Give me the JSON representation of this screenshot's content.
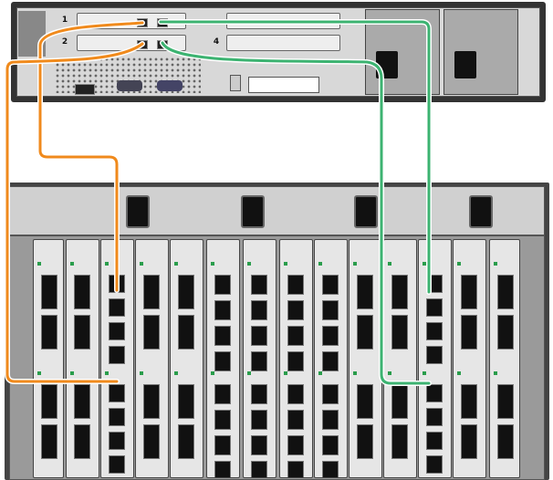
{
  "server": {
    "slot_labels": [
      "1",
      "2",
      "4"
    ]
  },
  "colors": {
    "orange_cable": "#f08a1c",
    "green_cable": "#3cb371",
    "chassis": "#333333"
  },
  "enclosure": {
    "module_count": 14,
    "power_sockets": 4
  }
}
